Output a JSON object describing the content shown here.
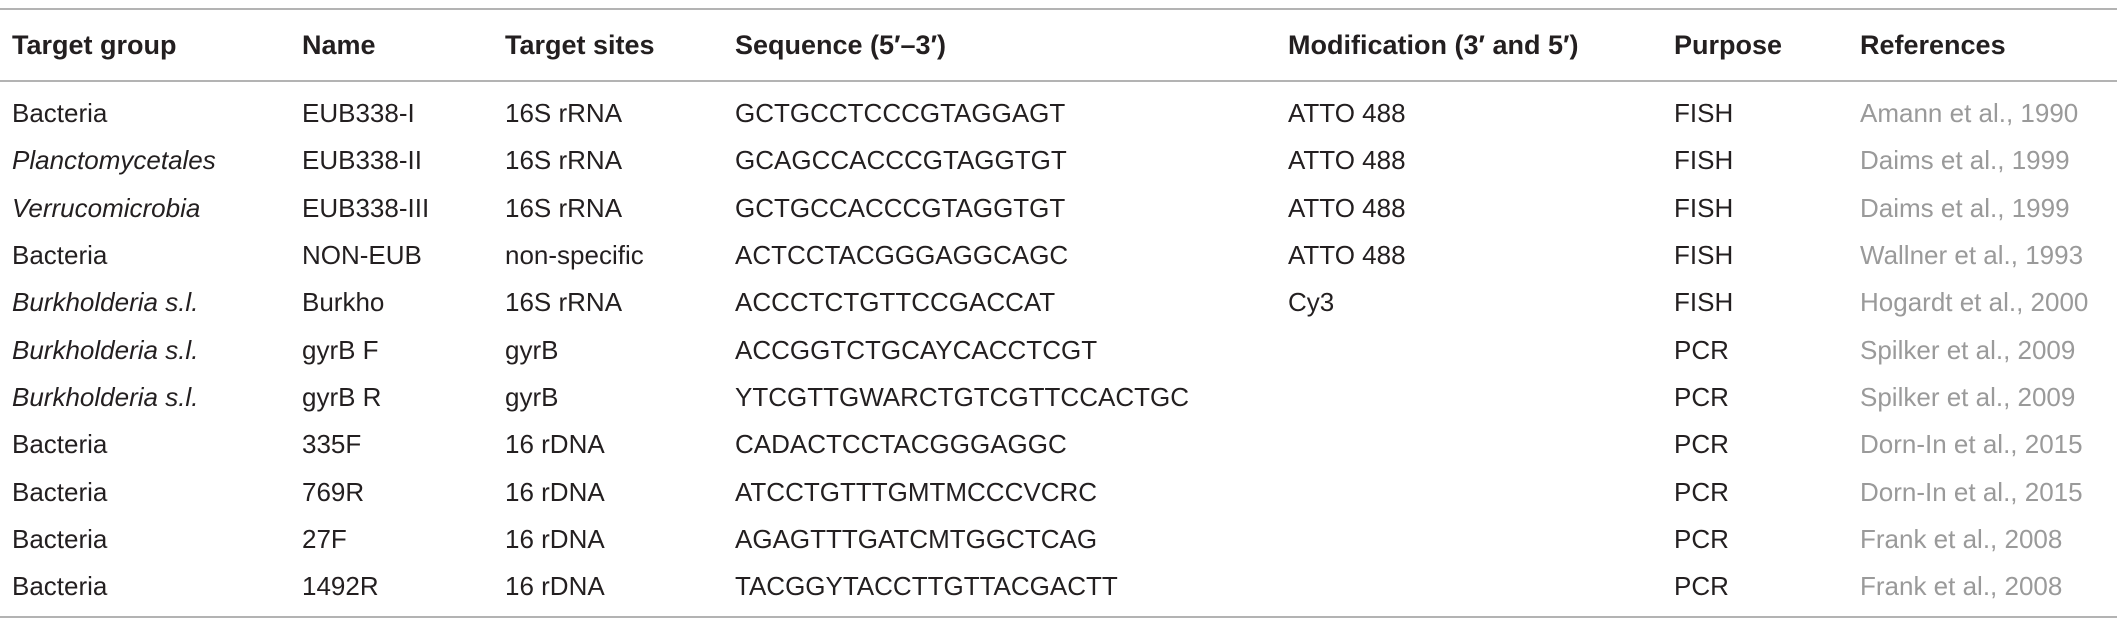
{
  "table": {
    "columns": [
      "Target group",
      "Name",
      "Target sites",
      "Sequence (5′–3′)",
      "Modification (3′ and 5′)",
      "Purpose",
      "References"
    ],
    "rows": [
      {
        "target_group": "Bacteria",
        "italic": false,
        "name": "EUB338-I",
        "target_sites": "16S rRNA",
        "sequence": "GCTGCCTCCCGTAGGAGT",
        "modification": "ATTO 488",
        "purpose": "FISH",
        "reference": "Amann et al., 1990"
      },
      {
        "target_group": "Planctomycetales",
        "italic": true,
        "name": "EUB338-II",
        "target_sites": "16S rRNA",
        "sequence": "GCAGCCACCCGTAGGTGT",
        "modification": "ATTO 488",
        "purpose": "FISH",
        "reference": "Daims et al., 1999"
      },
      {
        "target_group": "Verrucomicrobia",
        "italic": true,
        "name": "EUB338-III",
        "target_sites": "16S rRNA",
        "sequence": "GCTGCCACCCGTAGGTGT",
        "modification": "ATTO 488",
        "purpose": "FISH",
        "reference": "Daims et al., 1999"
      },
      {
        "target_group": "Bacteria",
        "italic": false,
        "name": "NON-EUB",
        "target_sites": "non-specific",
        "sequence": "ACTCCTACGGGAGGCAGC",
        "modification": "ATTO 488",
        "purpose": "FISH",
        "reference": "Wallner et al., 1993"
      },
      {
        "target_group": "Burkholderia s.l.",
        "italic": true,
        "name": "Burkho",
        "target_sites": "16S rRNA",
        "sequence": "ACCCTCTGTTCCGACCAT",
        "modification": "Cy3",
        "purpose": "FISH",
        "reference": "Hogardt et al., 2000"
      },
      {
        "target_group": "Burkholderia s.l.",
        "italic": true,
        "name": "gyrB F",
        "target_sites": "gyrB",
        "sequence": "ACCGGTCTGCAYCACCTCGT",
        "modification": "",
        "purpose": "PCR",
        "reference": "Spilker et al., 2009"
      },
      {
        "target_group": "Burkholderia s.l.",
        "italic": true,
        "name": "gyrB R",
        "target_sites": "gyrB",
        "sequence": "YTCGTTGWARCTGTCGTTCCACTGC",
        "modification": "",
        "purpose": "PCR",
        "reference": "Spilker et al., 2009"
      },
      {
        "target_group": "Bacteria",
        "italic": false,
        "name": "335F",
        "target_sites": "16 rDNA",
        "sequence": "CADACTCCTACGGGAGGC",
        "modification": "",
        "purpose": "PCR",
        "reference": "Dorn-In et al., 2015"
      },
      {
        "target_group": "Bacteria",
        "italic": false,
        "name": "769R",
        "target_sites": "16 rDNA",
        "sequence": "ATCCTGTTTGMTMCCCVCRC",
        "modification": "",
        "purpose": "PCR",
        "reference": "Dorn-In et al., 2015"
      },
      {
        "target_group": "Bacteria",
        "italic": false,
        "name": "27F",
        "target_sites": "16 rDNA",
        "sequence": "AGAGTTTGATCMTGGCTCAG",
        "modification": "",
        "purpose": "PCR",
        "reference": "Frank et al., 2008"
      },
      {
        "target_group": "Bacteria",
        "italic": false,
        "name": "1492R",
        "target_sites": "16 rDNA",
        "sequence": "TACGGYTACCTTGTTACGACTT",
        "modification": "",
        "purpose": "PCR",
        "reference": "Frank et al., 2008"
      }
    ]
  },
  "colors": {
    "text": "#231f20",
    "reference_text": "#9a9a9a",
    "rule": "#b3b3b3"
  }
}
